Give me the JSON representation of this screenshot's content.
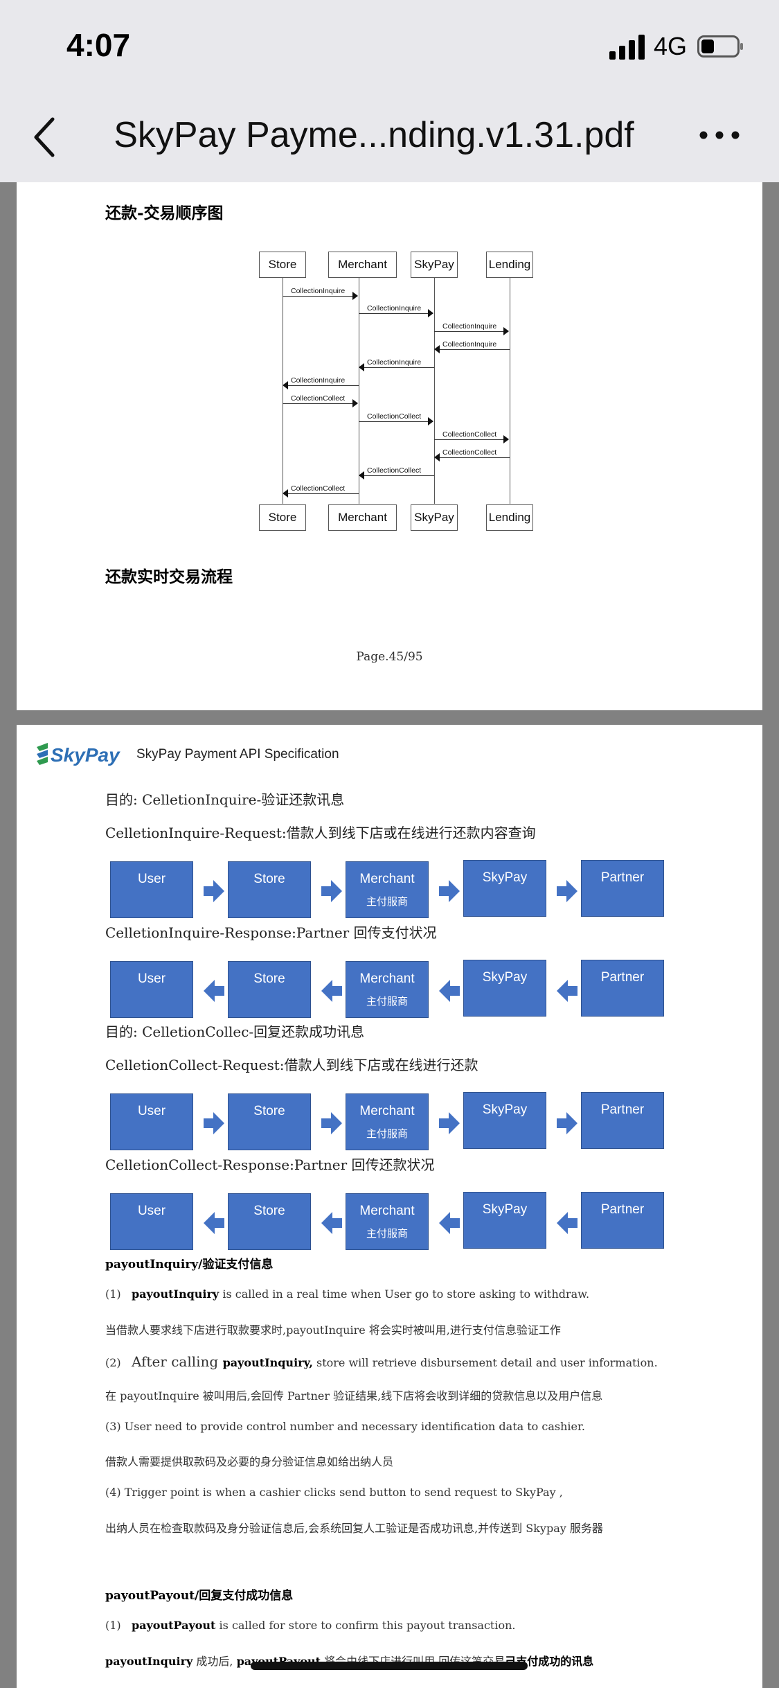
{
  "status_bar": {
    "time": "4:07",
    "network": "4G"
  },
  "nav": {
    "title": "SkyPay Payme...nding.v1.31.pdf"
  },
  "page1": {
    "heading_sequence": "还款-交易顺序图",
    "heading_flow": "还款实时交易流程",
    "page_number": "Page.45/95",
    "participants": [
      "Store",
      "Merchant",
      "SkyPay",
      "Lending"
    ],
    "messages": [
      {
        "label": "CollectionInquire"
      },
      {
        "label": "CollectionInquire"
      },
      {
        "label": "CollectionInquire"
      },
      {
        "label": "CollectionInquire"
      },
      {
        "label": "CollectionInquire"
      },
      {
        "label": "CollectionInquire"
      },
      {
        "label": "CollectionCollect"
      },
      {
        "label": "CollectionCollect"
      },
      {
        "label": "CollectionCollect"
      },
      {
        "label": "CollectionCollect"
      },
      {
        "label": "CollectionCollect"
      },
      {
        "label": "CollectionCollect"
      }
    ]
  },
  "page2": {
    "header": {
      "logo": "SkyPay",
      "title": "SkyPay Payment API Specification"
    },
    "inquire_purpose": "目的: CelletionInquire-验证还款讯息",
    "inquire_request": "CelletionInquire-Request:借款人到线下店或在线进行还款内容查询",
    "inquire_response": "CelletionInquire-Response:Partner 回传支付状况",
    "collect_purpose": "目的: CelletionCollec-回复还款成功讯息",
    "collect_request": "CelletionCollect-Request:借款人到线下店或在线进行还款",
    "collect_response": "CelletionCollect-Response:Partner 回传还款状况",
    "flow_nodes": [
      "User",
      "Store",
      "Merchant",
      "SkyPay",
      "Partner"
    ],
    "merchant_sub": "主付服商",
    "payout_inquiry_heading": "payoutInquiry/验证支付信息",
    "para1_num": "(1)",
    "para1_key": "payoutInquiry",
    "para1_rest": " is called in a real time when User go to store asking to withdraw.",
    "para1_cn": "当借款人要求线下店进行取款要求时,payoutInquire 将会实时被叫用,进行支付信息验证工作",
    "para2_num": "(2)",
    "para2_pre": "After calling ",
    "para2_key": "payoutInquiry,",
    "para2_rest": " store will retrieve disbursement detail and user information.",
    "para2_cn": "在 payoutInquire 被叫用后,会回传 Partner 验证结果,线下店将会收到详细的贷款信息以及用户信息",
    "para3": "(3)  User need to provide control number and necessary identification data to cashier.",
    "para3_cn": "借款人需要提供取款码及必要的身分验证信息如给出纳人员",
    "para4": "(4)  Trigger point is when a cashier clicks send button to send request to SkyPay ,",
    "para4_cn": "出纳人员在检查取款码及身分验证信息后,会系统回复人工验证是否成功讯息,并传送到 Skypay 服务器",
    "payout_payout_heading": "payoutPayout/回复支付成功信息",
    "para5_num": "(1)",
    "para5_key": "payoutPayout",
    "para5_rest": " is called for store to confirm this payout transaction.",
    "para6_key1": "payoutInquiry",
    "para6_mid": " 成功后, ",
    "para6_key2": "payoutPayout",
    "para6_rest": " 将会由线下店进行叫用,回传这笔交易",
    "para6_bold": "己支付成功的讯息"
  },
  "colors": {
    "flow_box": "#4472c4",
    "flow_border": "#2f528f",
    "logo_green": "#2f9a4f",
    "logo_blue": "#2d6fb5"
  }
}
